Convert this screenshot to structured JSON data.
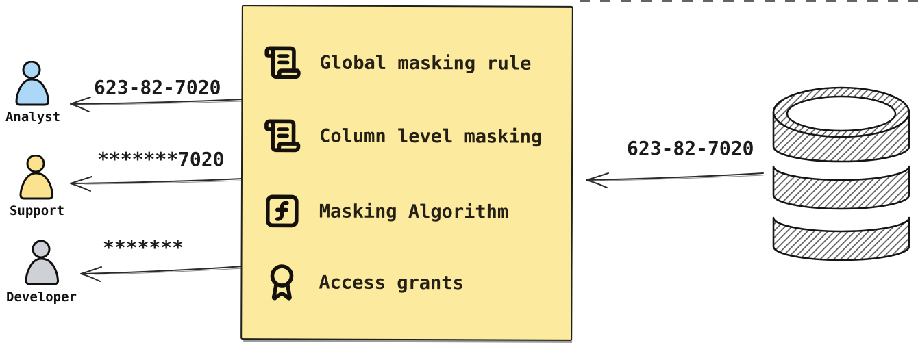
{
  "masking_box": {
    "fill": "#fcea9e",
    "items": [
      {
        "icon": "scroll-text-icon",
        "label": "Global masking rule"
      },
      {
        "icon": "scroll-text-icon",
        "label": "Column level masking"
      },
      {
        "icon": "function-square-icon",
        "label": "Masking Algorithm"
      },
      {
        "icon": "award-icon",
        "label": "Access grants"
      }
    ]
  },
  "consumers": [
    {
      "role": "Analyst",
      "received_value": "623-82-7020",
      "color": "#acd7f7"
    },
    {
      "role": "Support",
      "received_value": "*******7020",
      "color": "#fae28e"
    },
    {
      "role": "Developer",
      "received_value": "*******",
      "color": "#ced2d6"
    }
  ],
  "database": {
    "icon": "database-icon",
    "outgoing_value": "623-82-7020"
  }
}
